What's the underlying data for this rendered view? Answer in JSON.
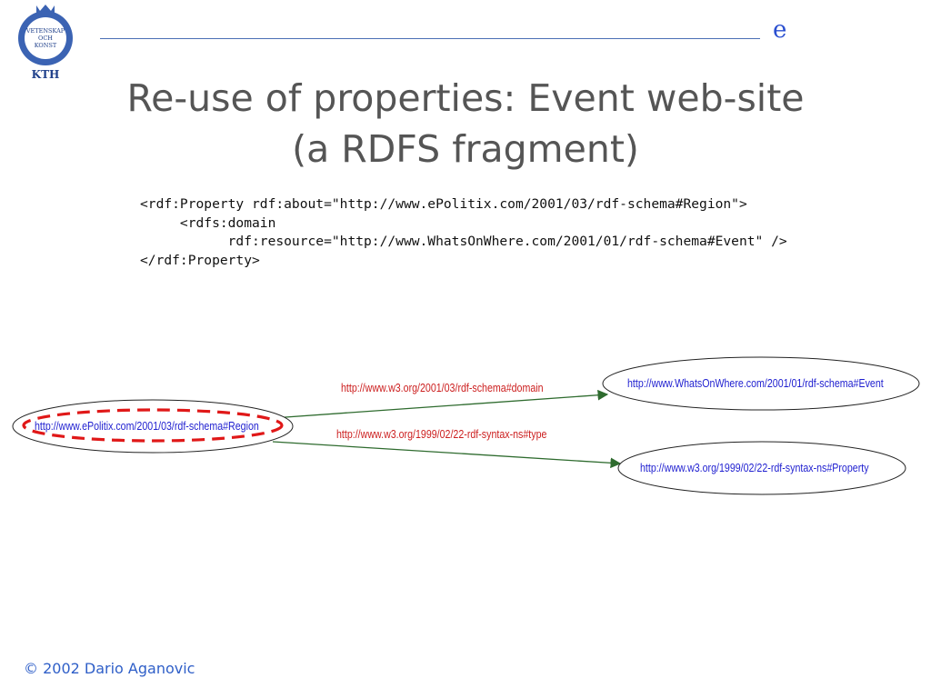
{
  "header": {
    "logo_lines": [
      "VETENSKAP",
      "OCH",
      "KONST",
      "KTH"
    ],
    "mark": "e"
  },
  "title": {
    "line1": "Re-use of properties: Event web-site",
    "line2": "(a RDFS fragment)"
  },
  "code_lines": [
    "<rdf:Property rdf:about=\"http://www.ePolitix.com/2001/03/rdf-schema#Region\">",
    "     <rdfs:domain",
    "           rdf:resource=\"http://www.WhatsOnWhere.com/2001/01/rdf-schema#Event\" />",
    "</rdf:Property>"
  ],
  "graph": {
    "nodes": {
      "region": "http://www.ePolitix.com/2001/03/rdf-schema#Region",
      "event": "http://www.WhatsOnWhere.com/2001/01/rdf-schema#Event",
      "property": "http://www.w3.org/1999/02/22-rdf-syntax-ns#Property"
    },
    "edges": {
      "domain": "http://www.w3.org/2001/03/rdf-schema#domain",
      "type": "http://www.w3.org/1999/02/22-rdf-syntax-ns#type"
    },
    "colors": {
      "node_text": "#1f1fd0",
      "edge_label": "#cc1f1f",
      "edge_line": "#2e6b2e",
      "highlight": "#e01818"
    }
  },
  "footer": {
    "copyright": "© 2002 Dario Aganovic"
  }
}
